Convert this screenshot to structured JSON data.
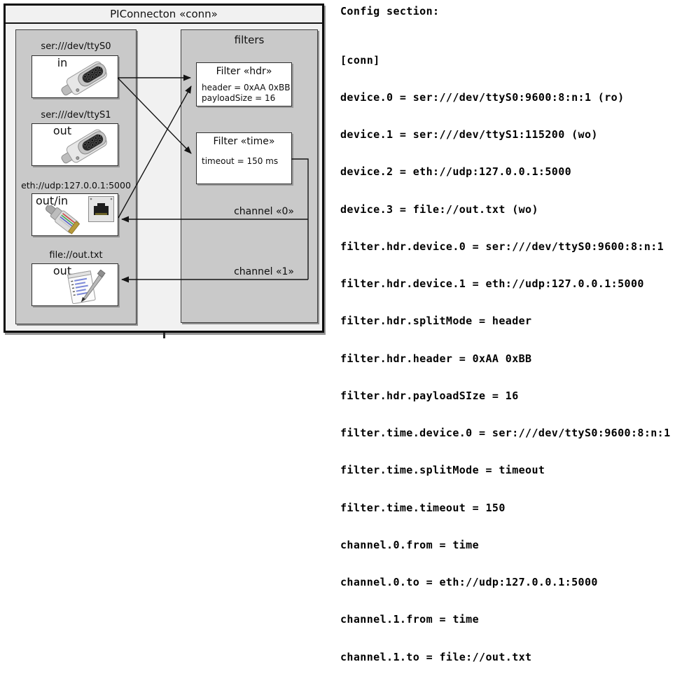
{
  "diagram": {
    "title": "PIConnecton «conn»",
    "devices": {
      "items": [
        {
          "label": "ser:///dev/ttyS0",
          "port": "in",
          "icon": "serial-connector-icon"
        },
        {
          "label": "ser:///dev/ttyS1",
          "port": "out",
          "icon": "serial-connector-icon"
        },
        {
          "label": "eth://udp:127.0.0.1:5000",
          "port": "out/in",
          "icon": "ethernet-jack-icon"
        },
        {
          "label": "file://out.txt",
          "port": "out",
          "icon": "notepad-icon"
        }
      ]
    },
    "filters": {
      "title": "filters",
      "items": [
        {
          "title": "Filter «hdr»",
          "attrs": [
            "header = 0xAA 0xBB",
            "payloadSize = 16"
          ]
        },
        {
          "title": "Filter «time»",
          "attrs": [
            "timeout = 150 ms"
          ]
        }
      ]
    },
    "channels": [
      {
        "label": "channel «0»"
      },
      {
        "label": "channel «1»"
      }
    ]
  },
  "config": {
    "heading": "Config section:",
    "lines": [
      "[conn]",
      "device.0 = ser:///dev/ttyS0:9600:8:n:1 (ro)",
      "device.1 = ser:///dev/ttyS1:115200 (wo)",
      "device.2 = eth://udp:127.0.0.1:5000",
      "device.3 = file://out.txt (wo)",
      "filter.hdr.device.0 = ser:///dev/ttyS0:9600:8:n:1",
      "filter.hdr.device.1 = eth://udp:127.0.0.1:5000",
      "filter.hdr.splitMode = header",
      "filter.hdr.header = 0xAA 0xBB",
      "filter.hdr.payloadSIze = 16",
      "filter.time.device.0 = ser:///dev/ttyS0:9600:8:n:1",
      "filter.time.splitMode = timeout",
      "filter.time.timeout = 150",
      "channel.0.from = time",
      "channel.0.to = eth://udp:127.0.0.1:5000",
      "channel.1.from = time",
      "channel.1.to = file://out.txt"
    ]
  },
  "colors": {
    "outer_fill": "#f1f1f1",
    "compartment_fill": "#c9c9c9",
    "box_fill": "#ffffff",
    "line": "#141414"
  }
}
